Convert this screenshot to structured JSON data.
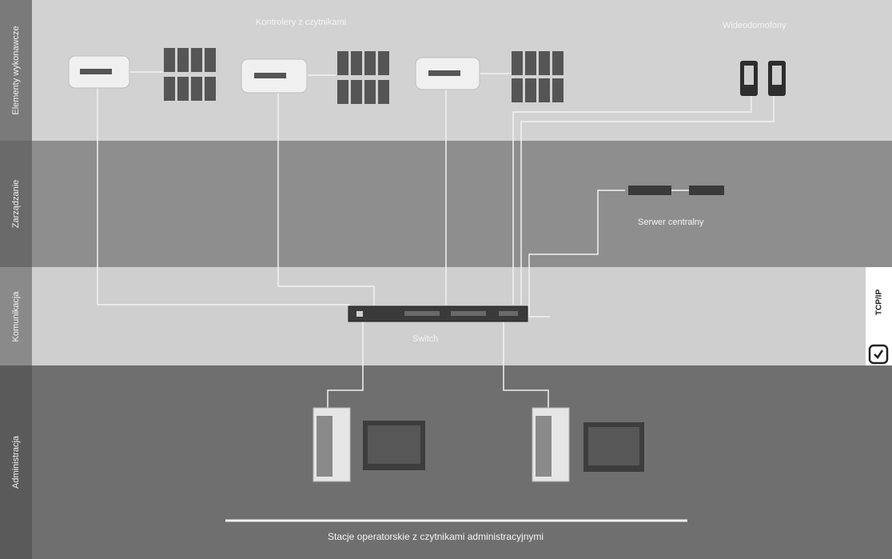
{
  "diagram": {
    "bands": [
      {
        "label": "Elementy wykonawcze"
      },
      {
        "label": "Zarządzanie"
      },
      {
        "label": "Komunikacja"
      },
      {
        "label": "Administracja"
      }
    ],
    "labels": {
      "controllers": "Kontrolery z czytnikami",
      "video": "Wideodomofony",
      "server": "Serwer centralny",
      "switch": "Switch",
      "stations": "Stacje operatorskie z czytnikami administracyjnymi"
    },
    "logo": {
      "text": "TCP/IP"
    },
    "colors": {
      "line": "#f2f2f2",
      "controller": "#f0f0f0",
      "reader": "#5a5a5a",
      "switch": "#3a3a3a"
    }
  }
}
